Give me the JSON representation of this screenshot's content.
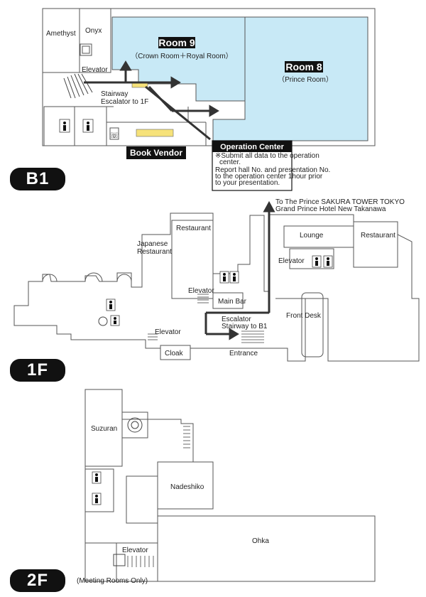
{
  "b1": {
    "floor": "B1",
    "amethyst": "Amethyst",
    "onyx": "Onyx",
    "room9_title": "Room 9",
    "room9_sub": "（Crown Room＋Royal Room）",
    "room8_title": "Room 8",
    "room8_sub": "（Prince Room）",
    "elevator": "Elevator",
    "stairway": "Stairway",
    "escalator": "Escalator to 1F",
    "book_vendor": "Book Vendor",
    "operation_center": {
      "title": "Operation Center",
      "line1": "※Submit all data to the operation",
      "line2": "center.",
      "line3": "Report hall No. and presentation No.",
      "line4": "to the operation center 1hour prior",
      "line5": "to your presentation."
    }
  },
  "f1": {
    "floor": "1F",
    "tower_line1": "To The Prince SAKURA TOWER TOKYO",
    "tower_line2": "Grand Prince Hotel New Takanawa",
    "restaurant_left": "Restaurant",
    "japanese1": "Japanese",
    "japanese2": "Restaurant",
    "lounge": "Lounge",
    "restaurant_right": "Restaurant",
    "elevator_right": "Elevator",
    "elevator_center": "Elevator",
    "main_bar": "Main Bar",
    "escalator": "Escalator",
    "stairway": "Stairway to B1",
    "front_desk": "Front Desk",
    "elevator_left": "Elevator",
    "cloak": "Cloak",
    "entrance": "Entrance"
  },
  "f2": {
    "floor": "2F",
    "suzuran": "Suzuran",
    "nadeshiko": "Nadeshiko",
    "ohka": "Ohka",
    "elevator": "Elevator",
    "note": "(Meeting Rooms Only)"
  },
  "colors": {
    "room_fill": "#c8e9f6",
    "ink": "#111111",
    "vendor": "#f6e27a"
  }
}
